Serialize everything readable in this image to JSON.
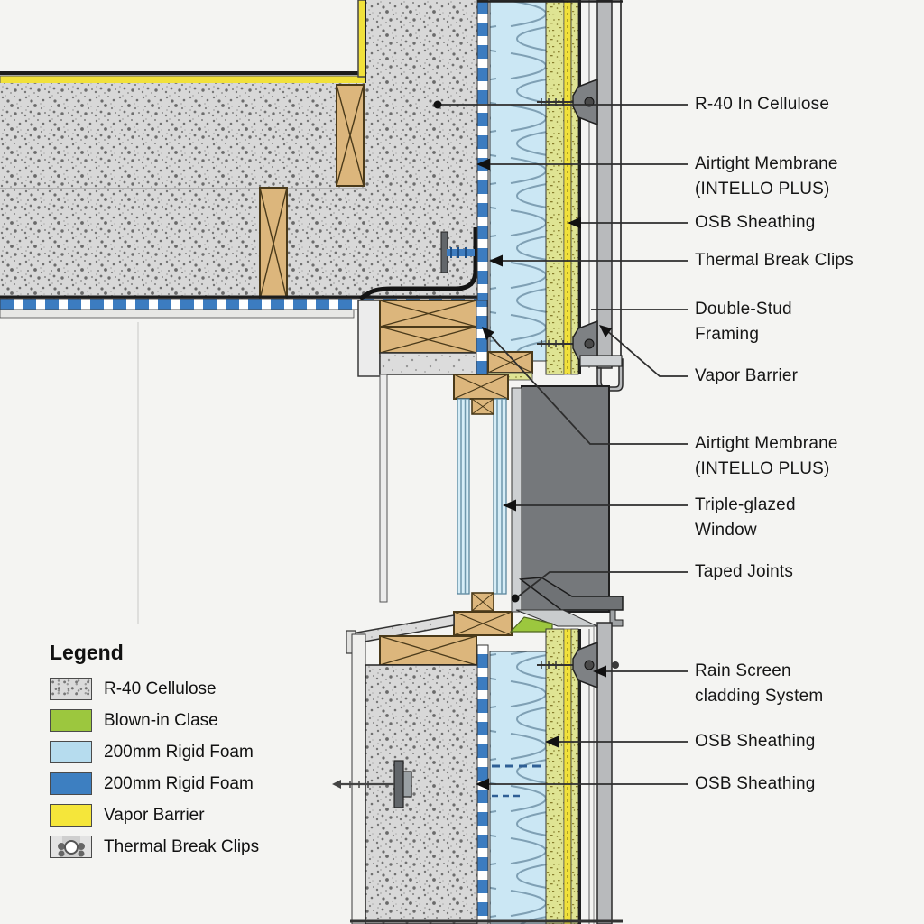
{
  "diagram": {
    "type": "construction-wall-section-detail",
    "callouts": [
      {
        "id": 1,
        "text": "R-40 In Cellulose"
      },
      {
        "id": 2,
        "text": "Airtight Membrane (INTELLO PLUS)"
      },
      {
        "id": 3,
        "text": "OSB Sheathing"
      },
      {
        "id": 4,
        "text": "Thermal Break Clips"
      },
      {
        "id": 5,
        "text": "Double-Stud Framing"
      },
      {
        "id": 6,
        "text": "Vapor Barrier"
      },
      {
        "id": 7,
        "text": "Airtight Membrane (INTELLO PLUS)"
      },
      {
        "id": 8,
        "text": "Triple-glazed Window"
      },
      {
        "id": 9,
        "text": "Taped Joints"
      },
      {
        "id": 10,
        "text": "Rain Screen cladding System"
      },
      {
        "id": 11,
        "text": "OSB Sheathing"
      },
      {
        "id": 12,
        "text": "OSB Sheathing"
      }
    ],
    "legend": {
      "title": "Legend",
      "items": [
        {
          "label": "R-40 Cellulose",
          "swatch": "cellulose-speckle",
          "color": "#dadada"
        },
        {
          "label": "Blown-in Clase",
          "swatch": "solid",
          "color": "#9cc73e"
        },
        {
          "label": "200mm Rigid Foam",
          "swatch": "solid",
          "color": "#b6dcee"
        },
        {
          "label": "200mm Rigid Foam",
          "swatch": "solid",
          "color": "#3d7fc1"
        },
        {
          "label": "Vapor Barrier",
          "swatch": "solid",
          "color": "#f5e63a"
        },
        {
          "label": "Thermal Break Clips",
          "swatch": "clip-glyph",
          "color": "#e3e3e3"
        }
      ]
    },
    "colors": {
      "cellulose_fill": "#d8d8d8",
      "membrane_blue": "#3c7cc0",
      "rigid_foam_light": "#cbe7f4",
      "osb_fill": "#dfe493",
      "vapor_barrier_yellow": "#f1e13b",
      "wood_framing": "#dcb67c",
      "cladding_gray": "#b8babc",
      "window_frame_dark": "#75787b",
      "blown_in_green": "#9cc73e",
      "leader_line": "#2e2e2e",
      "background": "#f4f4f2"
    }
  }
}
